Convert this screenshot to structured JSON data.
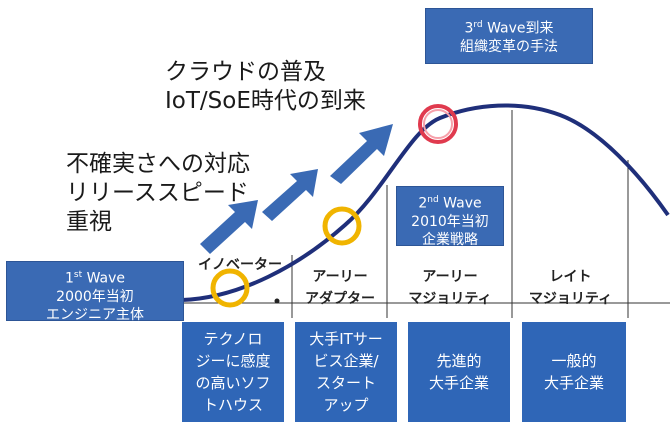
{
  "headlines": {
    "cloud": [
      "クラウドの普及",
      "IoT/SoE時代の到来"
    ],
    "uncertain": [
      "不確実さへの対応",
      "リリーススピード",
      "重視"
    ]
  },
  "waves": [
    {
      "num": "1",
      "sup": "st",
      "word": "Wave",
      "lines": [
        "2000年当初",
        "エンジニア主体"
      ]
    },
    {
      "num": "2",
      "sup": "nd",
      "word": "Wave",
      "lines": [
        "2010年当初",
        "企業戦略"
      ]
    },
    {
      "num": "3",
      "sup": "rd",
      "word": "Wave到来",
      "lines": [
        "組織変革の手法"
      ]
    }
  ],
  "segments": [
    {
      "label": [
        "イノベーター"
      ]
    },
    {
      "label": [
        "アーリー",
        "アダプター"
      ]
    },
    {
      "label": [
        "アーリー",
        "マジョリティ"
      ]
    },
    {
      "label": [
        "レイト",
        "マジョリティ"
      ]
    }
  ],
  "descriptions": [
    {
      "lines": [
        "テクノロ",
        "ジーに感度",
        "の高いソフ",
        "トハウス"
      ]
    },
    {
      "lines": [
        "大手ITサー",
        "ビス企業/",
        "スタート",
        "アップ"
      ]
    },
    {
      "lines": [
        "先進的",
        "大手企業"
      ]
    },
    {
      "lines": [
        "一般的",
        "大手企業"
      ]
    }
  ],
  "colors": {
    "curve": "#1f2f7a",
    "arrow": "#3a6ab4",
    "box": "#2f66b7",
    "circle_gold": "#f0b400",
    "circle_red": "#e03a4e"
  }
}
